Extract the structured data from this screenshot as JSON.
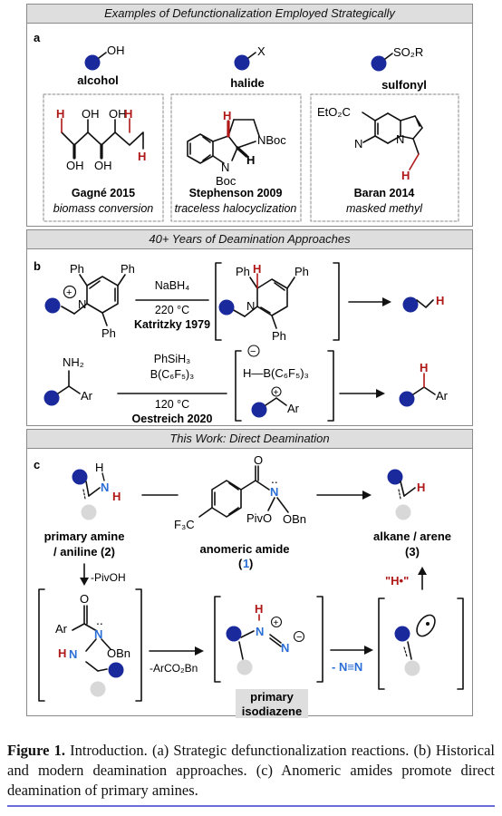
{
  "panel_a": {
    "header": "Examples of Defunctionalization Employed Strategically",
    "letter": "a",
    "groups": [
      {
        "sub": "OH",
        "label": "alcohol"
      },
      {
        "sub": "X",
        "label": "halide"
      },
      {
        "sub": "SO₂R",
        "label": "sulfonyl"
      }
    ],
    "examples": [
      {
        "title": "Gagné 2015",
        "subtitle": "biomass conversion"
      },
      {
        "title": "Stephenson 2009",
        "subtitle": "traceless halocyclization"
      },
      {
        "title": "Baran 2014",
        "subtitle": "masked methyl"
      }
    ],
    "atoms": {
      "H": "H",
      "OH": "OH",
      "N": "N",
      "NBoc": "NBoc",
      "Boc": "Boc",
      "EtO2C": "EtO₂C"
    }
  },
  "panel_b": {
    "header": "40+ Years of Deamination Approaches",
    "letter": "b",
    "row1": {
      "reagent": "NaBH₄",
      "temp": "220 °C",
      "ref": "Katritzky 1979",
      "Ph": "Ph",
      "N": "N"
    },
    "row2": {
      "amine": "NH₂",
      "ar": "Ar",
      "reagent1": "PhSiH₃",
      "reagent2": "B(C₆F₅)₃",
      "temp": "120 °C",
      "ref": "Oestreich 2020",
      "hydride": "H—B(C₆F₅)₃"
    }
  },
  "panel_c": {
    "header": "This Work: Direct Deamination",
    "letter": "c",
    "start_label_1": "primary amine",
    "start_label_2": "/ aniline (2)",
    "reagent_label": "anomeric amide",
    "reagent_num": "1",
    "product_label": "alkane / arene",
    "product_num": "(3)",
    "step1": "-PivOH",
    "step2": "-ArCO₂Bn",
    "step3": "- N≡N",
    "h_radical": "\"H•\"",
    "intermediate_label_1": "primary",
    "intermediate_label_2": "isodiazene",
    "atoms": {
      "F3C": "F₃C",
      "PivO": "PivO",
      "OBn": "OBn",
      "Ar": "Ar",
      "O": "O",
      "N": "N",
      "H": "H"
    }
  },
  "caption": {
    "figure": "Figure 1.",
    "text": " Introduction. (a) Strategic defunctionalization reactions. (b) Historical and modern deamination approaches. (c) Anomeric amides promote direct deamination of primary amines."
  },
  "colors": {
    "blue": "#1a2a9c",
    "red": "#b01818",
    "ngreen": "#2b6fd6",
    "grey": "#d8d8d8"
  }
}
